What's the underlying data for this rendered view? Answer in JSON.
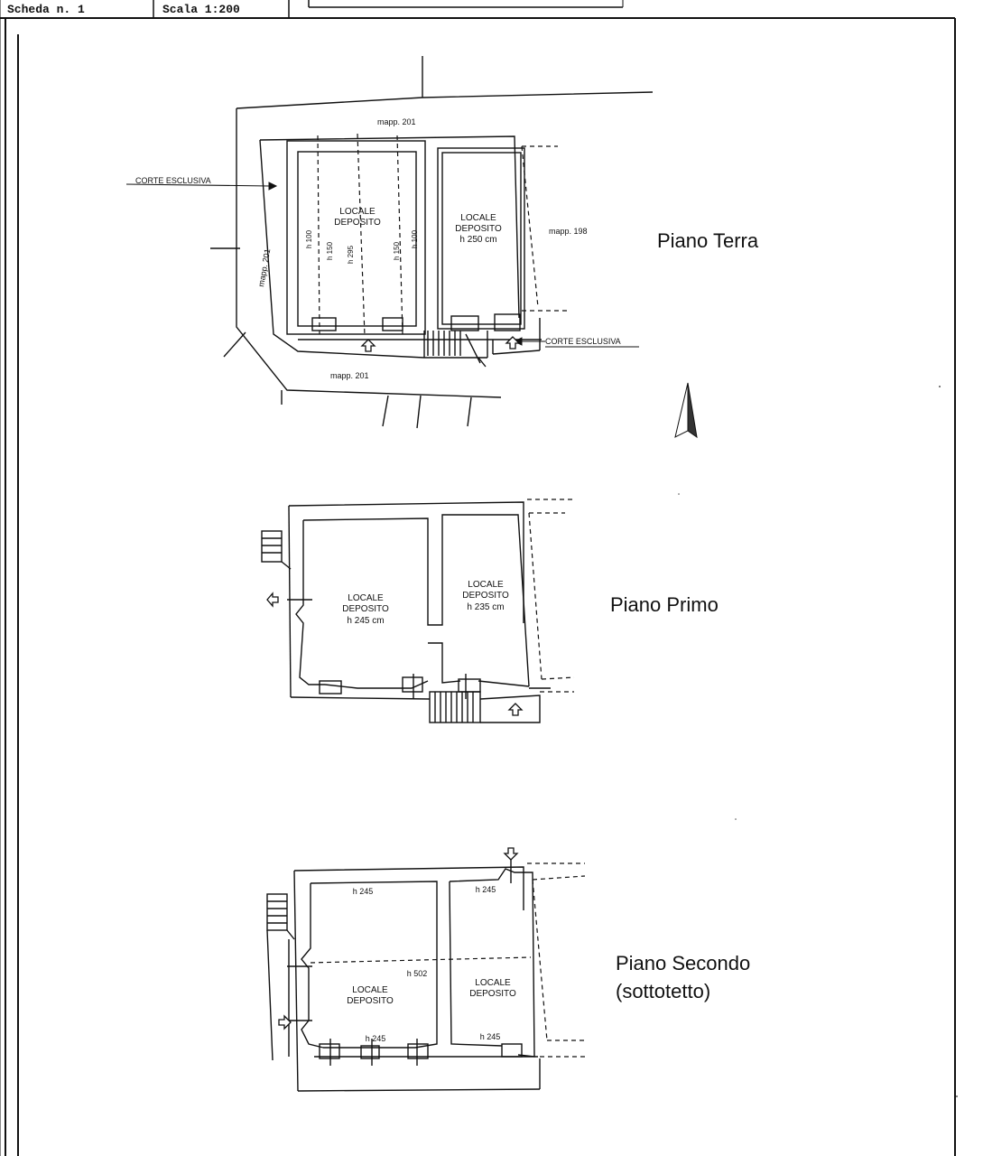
{
  "header": {
    "scheda": "Scheda n. 1",
    "scala": "Scala 1:200"
  },
  "floors": {
    "terra": {
      "title": "Piano Terra",
      "mapp_top": "mapp. 201",
      "mapp_left": "mapp. 201",
      "mapp_right": "mapp. 198",
      "mapp_bottom": "mapp. 201",
      "corte_left": "CORTE ESCLUSIVA",
      "corte_right": "CORTE ESCLUSIVA",
      "room_left_l1": "LOCALE",
      "room_left_l2": "DEPOSITO",
      "room_right_l1": "LOCALE",
      "room_right_l2": "DEPOSITO",
      "room_right_h": "h 250 cm",
      "h_a": "h 100",
      "h_b": "h 150",
      "h_c": "h 295",
      "h_d": "h 150",
      "h_e": "h 100"
    },
    "primo": {
      "title": "Piano Primo",
      "room_left_l1": "LOCALE",
      "room_left_l2": "DEPOSITO",
      "room_left_h": "h 245 cm",
      "room_right_l1": "LOCALE",
      "room_right_l2": "DEPOSITO",
      "room_right_h": "h 235 cm"
    },
    "secondo": {
      "title_l1": "Piano Secondo",
      "title_l2": "(sottotetto)",
      "room_left_l1": "LOCALE",
      "room_left_l2": "DEPOSITO",
      "room_right_l1": "LOCALE",
      "room_right_l2": "DEPOSITO",
      "h_tl": "h 245",
      "h_tr": "h 245",
      "h_mid": "h 502",
      "h_bl": "h 245",
      "h_br": "h 245"
    }
  }
}
